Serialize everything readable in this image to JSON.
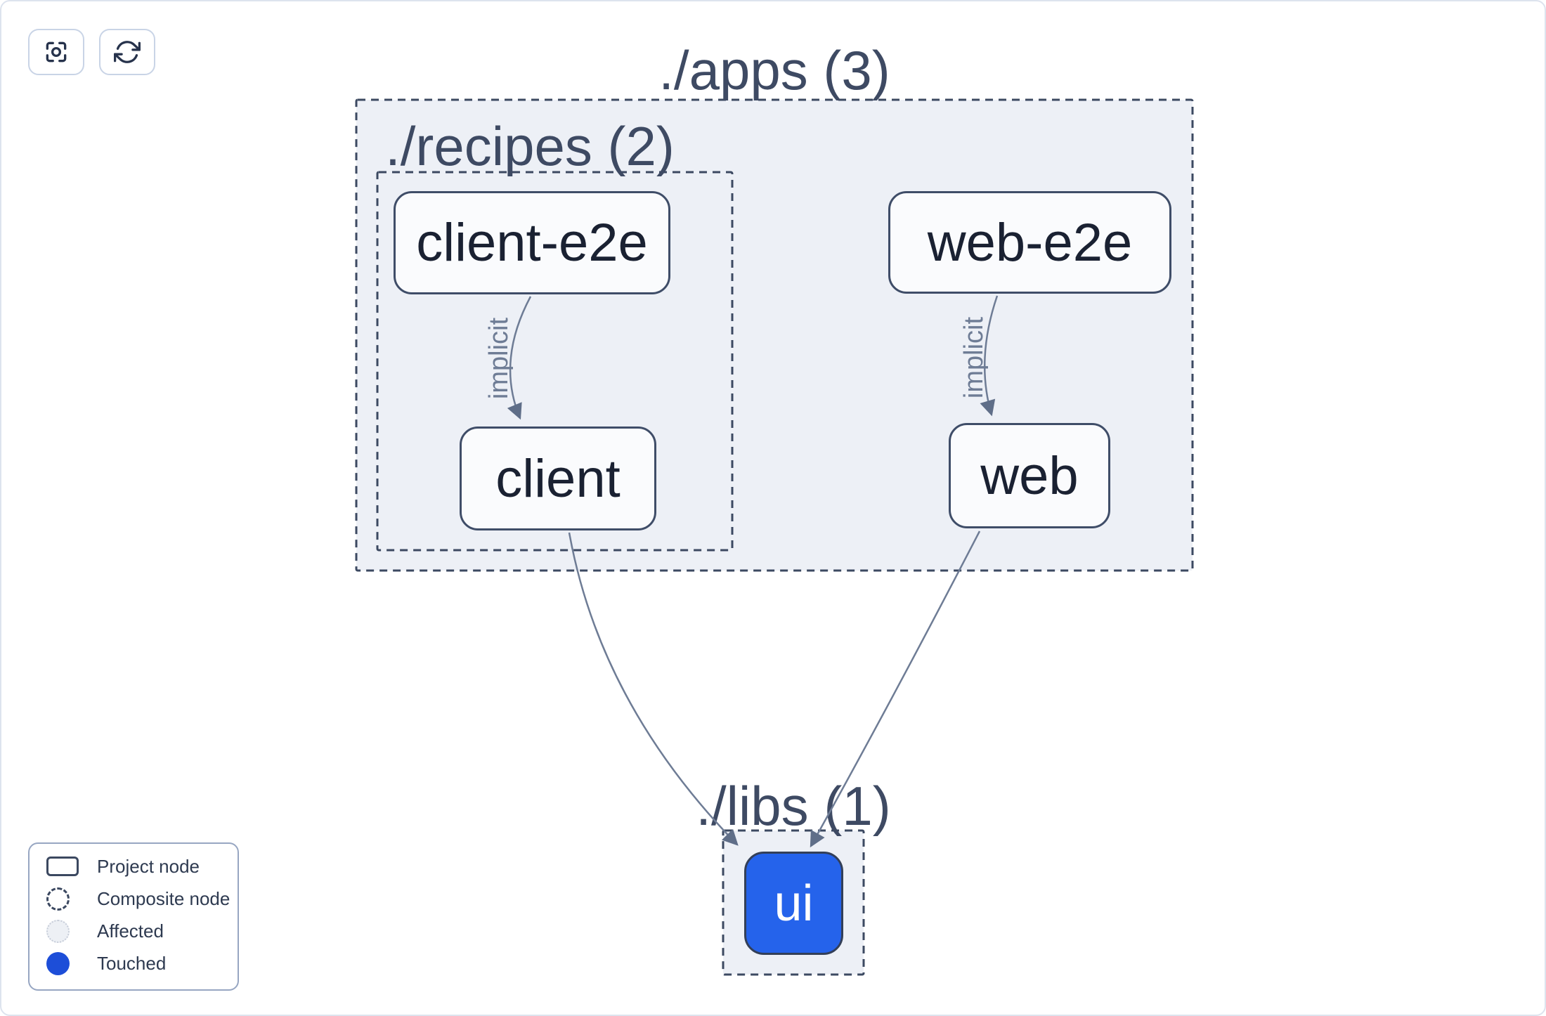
{
  "toolbar": {
    "buttons": [
      {
        "name": "focus-reset",
        "icon": "crosshair-focus-icon"
      },
      {
        "name": "refresh-layout",
        "icon": "refresh-cycle-icon"
      }
    ]
  },
  "graph": {
    "containers": [
      {
        "id": "apps",
        "label": "./apps (3)"
      },
      {
        "id": "recipes",
        "label": "./recipes (2)"
      },
      {
        "id": "libs",
        "label": "./libs (1)"
      }
    ],
    "nodes": [
      {
        "id": "client-e2e",
        "label": "client-e2e",
        "state": "normal",
        "container": "recipes"
      },
      {
        "id": "web-e2e",
        "label": "web-e2e",
        "state": "normal",
        "container": "apps"
      },
      {
        "id": "client",
        "label": "client",
        "state": "normal",
        "container": "recipes"
      },
      {
        "id": "web",
        "label": "web",
        "state": "normal",
        "container": "apps"
      },
      {
        "id": "ui",
        "label": "ui",
        "state": "touched",
        "container": "libs"
      }
    ],
    "edges": [
      {
        "from": "client-e2e",
        "to": "client",
        "label": "implicit"
      },
      {
        "from": "web-e2e",
        "to": "web",
        "label": "implicit"
      },
      {
        "from": "client",
        "to": "ui",
        "label": ""
      },
      {
        "from": "web",
        "to": "ui",
        "label": ""
      }
    ]
  },
  "legend": {
    "items": [
      {
        "icon": "project-node-swatch",
        "label": "Project node"
      },
      {
        "icon": "composite-node-swatch",
        "label": "Composite node"
      },
      {
        "icon": "affected-swatch",
        "label": "Affected"
      },
      {
        "icon": "touched-swatch",
        "label": "Touched"
      }
    ]
  },
  "colors": {
    "touched_blue_node": "#2563eb",
    "touched_blue_dot": "#1d4ed8",
    "container_fill": "#edf0f6",
    "container_border": "#3c4961",
    "node_fill": "#fafbfd",
    "node_border": "#3f4d68",
    "node_text": "#1a2132",
    "container_label_text": "#3e4a63",
    "edge": "#6e7c95",
    "arrowhead": "#5f6e88",
    "legend_border": "#97a6c2",
    "legend_text": "#2e3a50",
    "affected_fill": "#edf0f5",
    "affected_border": "#c7cdd9",
    "button_border": "#c9d4e6",
    "icon": "#27334c",
    "page_border": "#dde3ee"
  }
}
